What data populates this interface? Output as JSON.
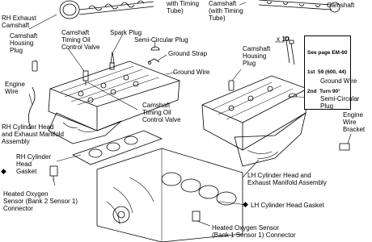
{
  "labels": {
    "rh_exhaust_camshaft": "RH Exhaust\nCamshaft",
    "camshaft_housing_plug_left": "Camshaft\nHousing\nPlug",
    "with_timing_tube_left": "with Timing\nTube)",
    "lh_intake_camshaft": "LH Intake\nCamshaft\n(with Timing\nTube)",
    "camshaft_right_top": "Camshaft",
    "camshaft_timing_oil_control_valve_top": "Camshaft\nTiming Oil\nControl Valve",
    "spark_plug": "Spark Plug",
    "semi_circular_plug_top": "Semi-Circular Plug",
    "ground_strap": "Ground Strap",
    "ground_wire_mid": "Ground Wire",
    "engine_wire": "Engine\nWire",
    "camshaft_timing_oil_control_valve_mid": "Camshaft\nTiming Oil\nControl Valve",
    "rh_head_assembly": "RH Cylinder Head\nand Exhaust Manifold\nAssembly",
    "rh_head_gasket": "RH Cylinder\nHead\nGasket",
    "heated_o2_bank2": "Heated Oxygen\nSensor (Bank 2 Sensor 1)\nConnector",
    "x10": "x 10",
    "camshaft_housing_plug_right": "Camshaft\nHousing\nPlug",
    "ground_wire_right": "Ground Wire",
    "semi_circular_plug_right": "Semi-Circular\nPlug",
    "engine_wire_bracket": "Engine\nWire\nBracket",
    "lh_head_assembly": "LH Cylinder Head and\nExhaust Manifold Assembly",
    "lh_head_gasket": "LH Cylinder Head Gasket",
    "heated_o2_bank1": "Heated Oxygen Sensor\n(Bank 1 Sensor 1) Connector"
  },
  "callout": {
    "ref": "See page EM-60",
    "line1": "1st  59 (600, 44)",
    "line2": "2nd  Turn 90°"
  },
  "markers": {
    "diamond": "◆"
  },
  "colors": {
    "ink": "#000000",
    "paper": "#ffffff"
  }
}
